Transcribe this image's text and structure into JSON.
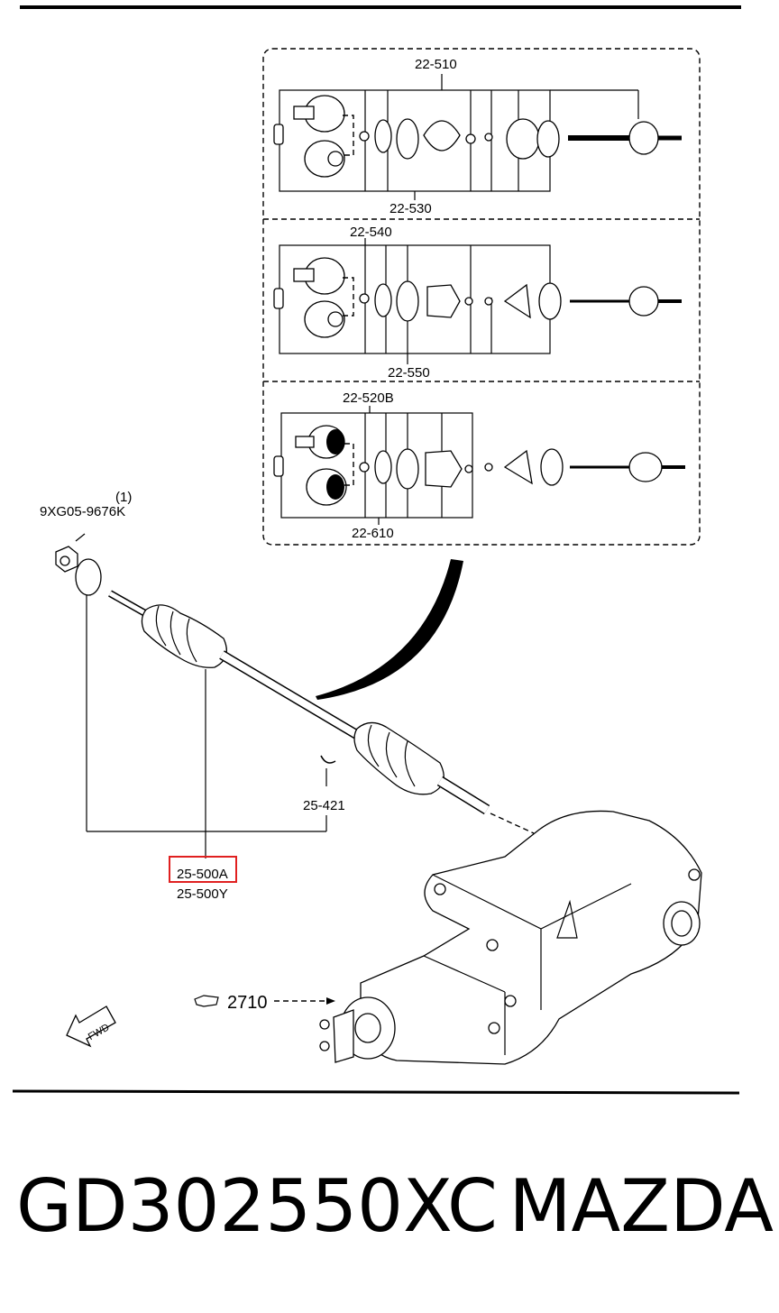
{
  "labels": {
    "l22_510": "22-510",
    "l22_530": "22-530",
    "l22_540": "22-540",
    "l22_550": "22-550",
    "l22_520b": "22-520B",
    "l22_610": "22-610",
    "l9xg": "9XG05-9676K",
    "l_1": "(1)",
    "l25_421": "25-421",
    "l25_500a": "25-500A",
    "l25_500y": "25-500Y",
    "l2710": "2710",
    "fwd": "FWD"
  },
  "footer": {
    "part_number": "GD302550XC",
    "brand": "MAZDA"
  },
  "colors": {
    "line": "#000000",
    "highlight": "#e02020"
  }
}
